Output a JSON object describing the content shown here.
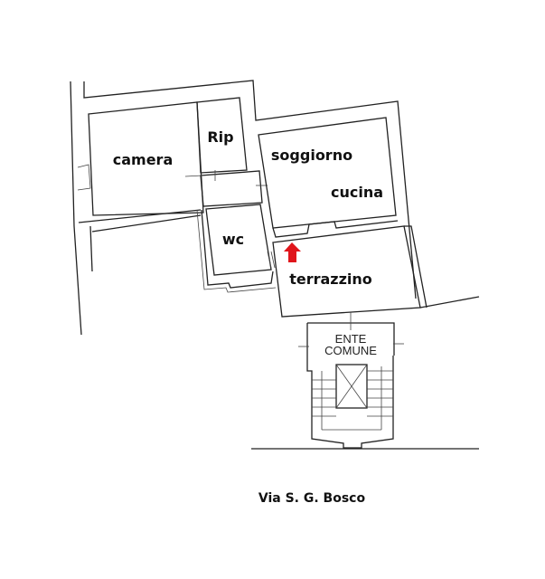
{
  "floorplan": {
    "rooms": {
      "camera": "camera",
      "rip": "Rip",
      "soggiorno": "soggiorno",
      "cucina": "cucina",
      "wc": "wc",
      "terrazzino": "terrazzino"
    },
    "common_area": {
      "line1": "ENTE",
      "line2": "COMUNE"
    },
    "street": "Via S. G. Bosco",
    "entrance_marker_color": "#e0151b"
  }
}
